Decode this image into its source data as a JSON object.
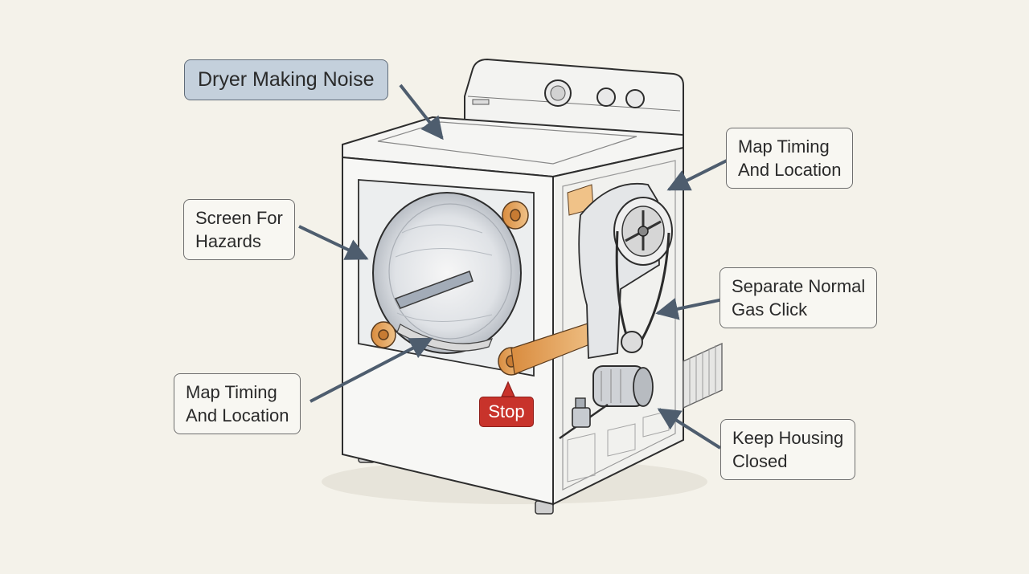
{
  "colors": {
    "background": "#f4f2ea",
    "title_fill": "#c4d0dc",
    "arrow": "#4e5d6e",
    "stop_fill": "#c8332b",
    "accent_orange": "#e8a85a"
  },
  "icons": {
    "dryer": "dryer-illustration-icon",
    "stop": "stop-sign-icon"
  },
  "labels": {
    "title": "Dryer Making Noise",
    "screen_hazards": "Screen For\nHazards",
    "map_timing_top": "Map Timing\nAnd Location",
    "separate_gas": "Separate Normal\nGas Click",
    "map_timing_bottom": "Map Timing\nAnd Location",
    "keep_closed": "Keep Housing\nClosed",
    "stop": "Stop"
  }
}
